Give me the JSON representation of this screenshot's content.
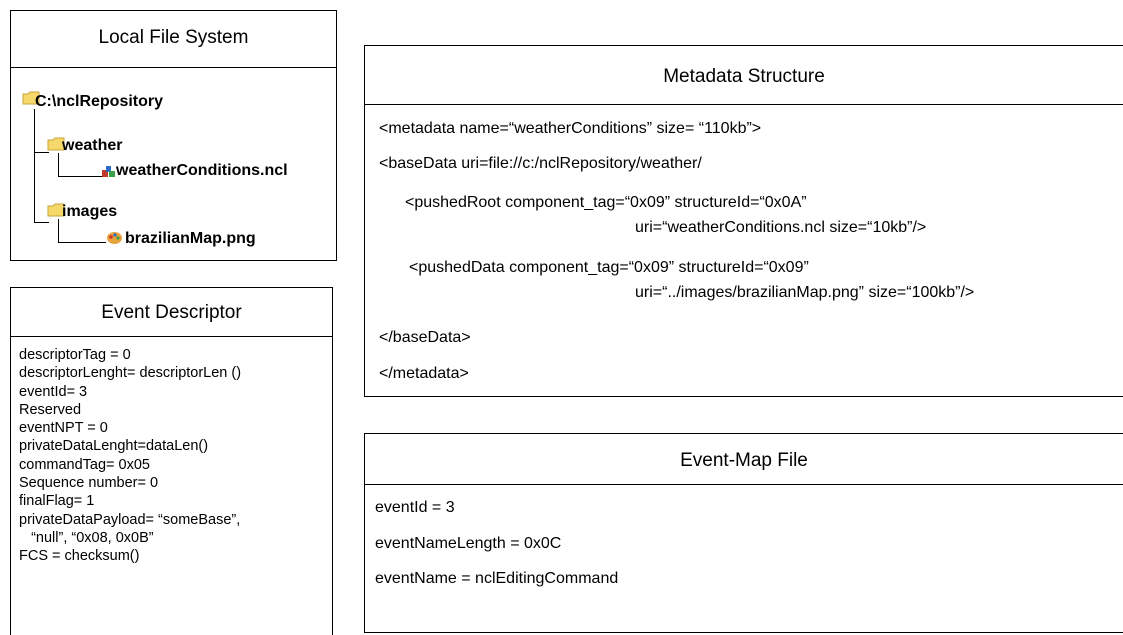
{
  "local_fs": {
    "title": "Local File System",
    "root": "C:\\nclRepository",
    "weather_folder": "weather",
    "weather_file": "weatherConditions.ncl",
    "images_folder": "images",
    "images_file": "brazilianMap.png"
  },
  "event_descriptor": {
    "title": "Event Descriptor",
    "lines": [
      "descriptorTag = 0",
      "descriptorLenght= descriptorLen ()",
      "eventId= 3",
      "Reserved",
      "eventNPT = 0",
      "privateDataLenght=dataLen()",
      "commandTag= 0x05",
      "Sequence number= 0",
      "finalFlag= 1",
      "privateDataPayload= “someBase”,",
      "   “null”, “0x08, 0x0B”",
      "FCS = checksum()"
    ]
  },
  "metadata_structure": {
    "title": "Metadata Structure",
    "line1": "<metadata name=“weatherConditions” size= “110kb”>",
    "line2": "<baseData uri=file://c:/nclRepository/weather/",
    "line3a": "<pushedRoot component_tag=“0x09” structureId=“0x0A”",
    "line3b": "uri=“weatherConditions.ncl size=“10kb”/>",
    "line4a": "<pushedData component_tag=“0x09” structureId=“0x09”",
    "line4b": "uri=“../images/brazilianMap.png” size=“100kb”/>",
    "line5": "</baseData>",
    "line6": "</metadata>"
  },
  "event_map": {
    "title": "Event-Map File",
    "line1": "eventId = 3",
    "line2": "eventNameLength = 0x0C",
    "line3": "eventName = nclEditingCommand"
  },
  "colors": {
    "folder_fill": "#f6d76a",
    "folder_edge": "#c9a43a"
  }
}
